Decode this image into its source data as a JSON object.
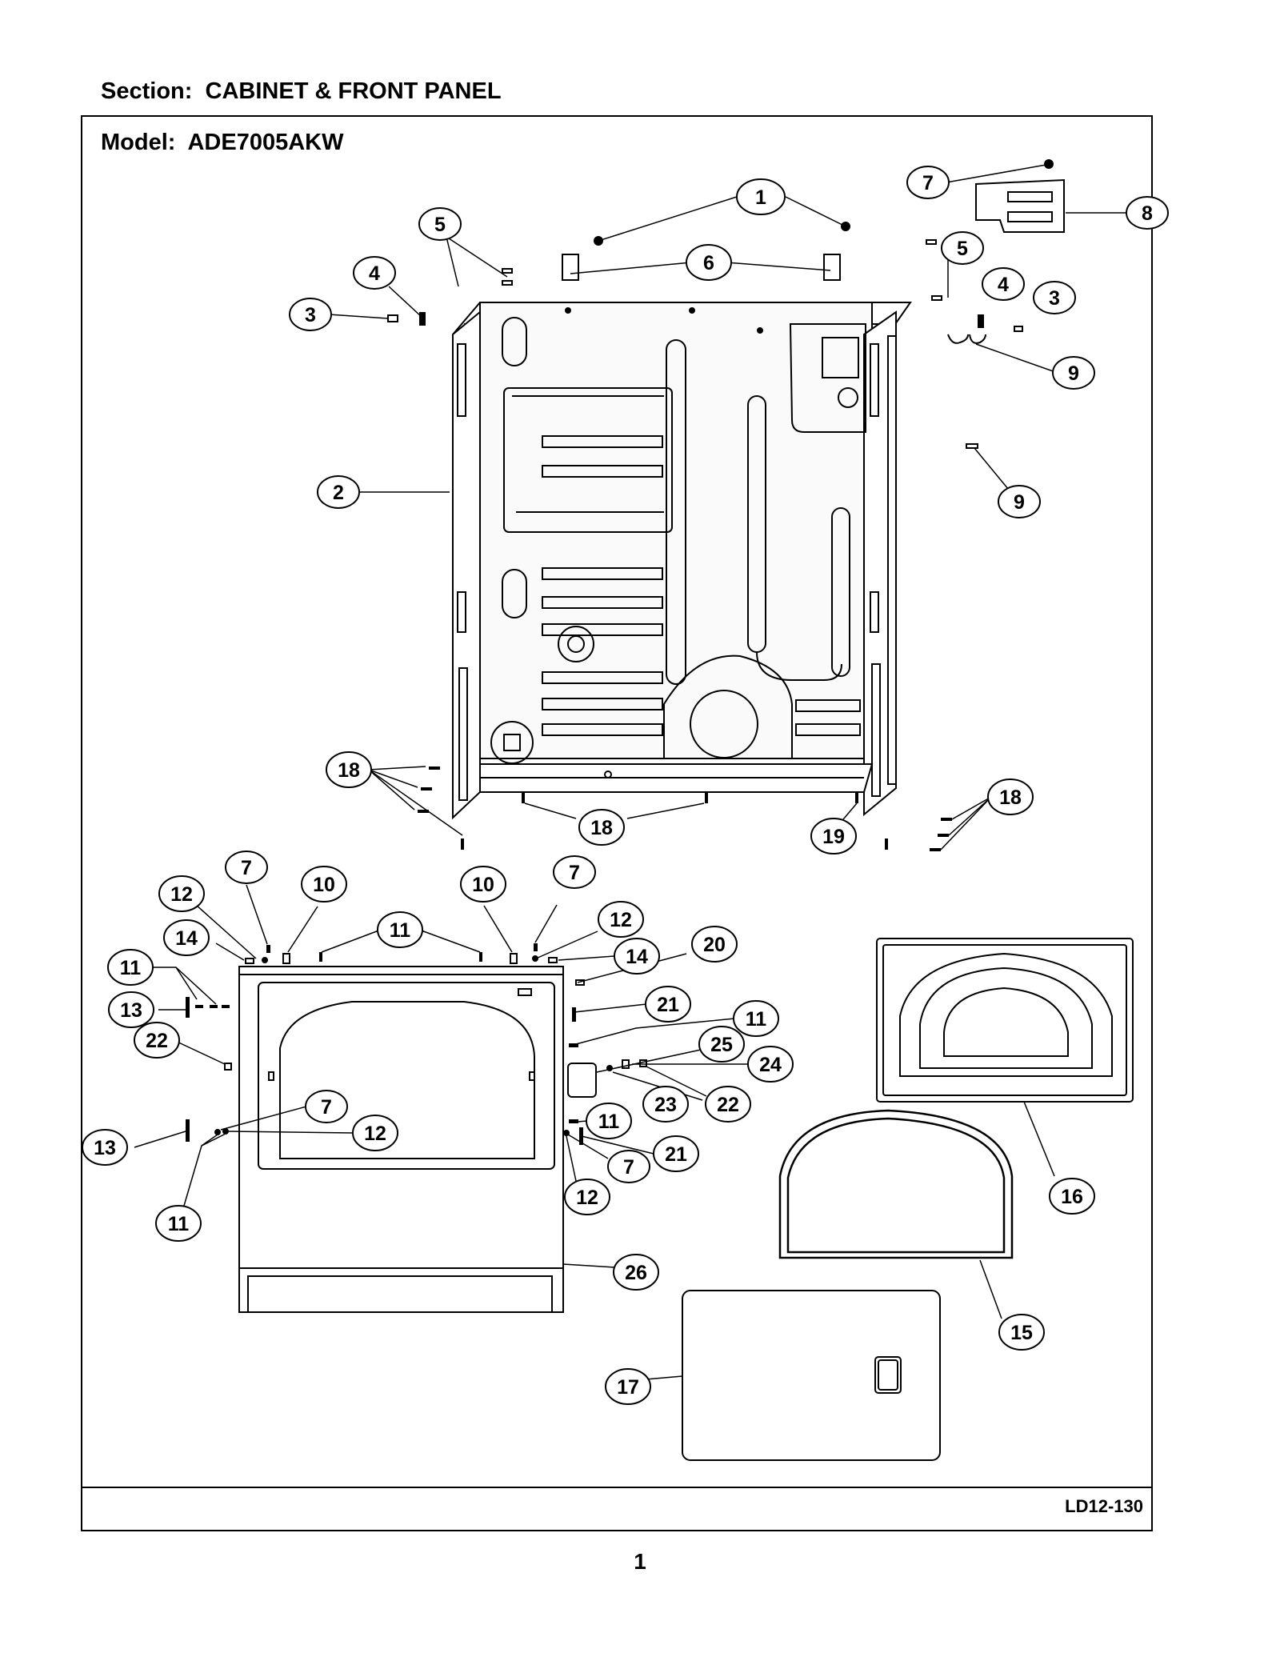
{
  "header": {
    "section_label": "Section:",
    "section_value": "CABINET & FRONT PANEL",
    "model_label": "Model:",
    "model_value": "ADE7005AKW"
  },
  "footer": {
    "drawing_code": "LD12-130",
    "page_number": "1"
  },
  "callouts": [
    {
      "id": "c1",
      "text": "1"
    },
    {
      "id": "c2",
      "text": "2"
    },
    {
      "id": "c3a",
      "text": "3"
    },
    {
      "id": "c3b",
      "text": "3"
    },
    {
      "id": "c4a",
      "text": "4"
    },
    {
      "id": "c4b",
      "text": "4"
    },
    {
      "id": "c5a",
      "text": "5"
    },
    {
      "id": "c5b",
      "text": "5"
    },
    {
      "id": "c6",
      "text": "6"
    },
    {
      "id": "c7a",
      "text": "7"
    },
    {
      "id": "c7b",
      "text": "7"
    },
    {
      "id": "c7c",
      "text": "7"
    },
    {
      "id": "c7d",
      "text": "7"
    },
    {
      "id": "c7e",
      "text": "7"
    },
    {
      "id": "c8",
      "text": "8"
    },
    {
      "id": "c9a",
      "text": "9"
    },
    {
      "id": "c9b",
      "text": "9"
    },
    {
      "id": "c10a",
      "text": "10"
    },
    {
      "id": "c10b",
      "text": "10"
    },
    {
      "id": "c11a",
      "text": "11"
    },
    {
      "id": "c11b",
      "text": "11"
    },
    {
      "id": "c11c",
      "text": "11"
    },
    {
      "id": "c11d",
      "text": "11"
    },
    {
      "id": "c11e",
      "text": "11"
    },
    {
      "id": "c12a",
      "text": "12"
    },
    {
      "id": "c12b",
      "text": "12"
    },
    {
      "id": "c12c",
      "text": "12"
    },
    {
      "id": "c12d",
      "text": "12"
    },
    {
      "id": "c13a",
      "text": "13"
    },
    {
      "id": "c13b",
      "text": "13"
    },
    {
      "id": "c14a",
      "text": "14"
    },
    {
      "id": "c14b",
      "text": "14"
    },
    {
      "id": "c15",
      "text": "15"
    },
    {
      "id": "c16",
      "text": "16"
    },
    {
      "id": "c17",
      "text": "17"
    },
    {
      "id": "c18a",
      "text": "18"
    },
    {
      "id": "c18b",
      "text": "18"
    },
    {
      "id": "c18c",
      "text": "18"
    },
    {
      "id": "c19",
      "text": "19"
    },
    {
      "id": "c20",
      "text": "20"
    },
    {
      "id": "c21a",
      "text": "21"
    },
    {
      "id": "c21b",
      "text": "21"
    },
    {
      "id": "c22a",
      "text": "22"
    },
    {
      "id": "c22b",
      "text": "22"
    },
    {
      "id": "c23",
      "text": "23"
    },
    {
      "id": "c24",
      "text": "24"
    },
    {
      "id": "c25",
      "text": "25"
    },
    {
      "id": "c26",
      "text": "26"
    }
  ]
}
